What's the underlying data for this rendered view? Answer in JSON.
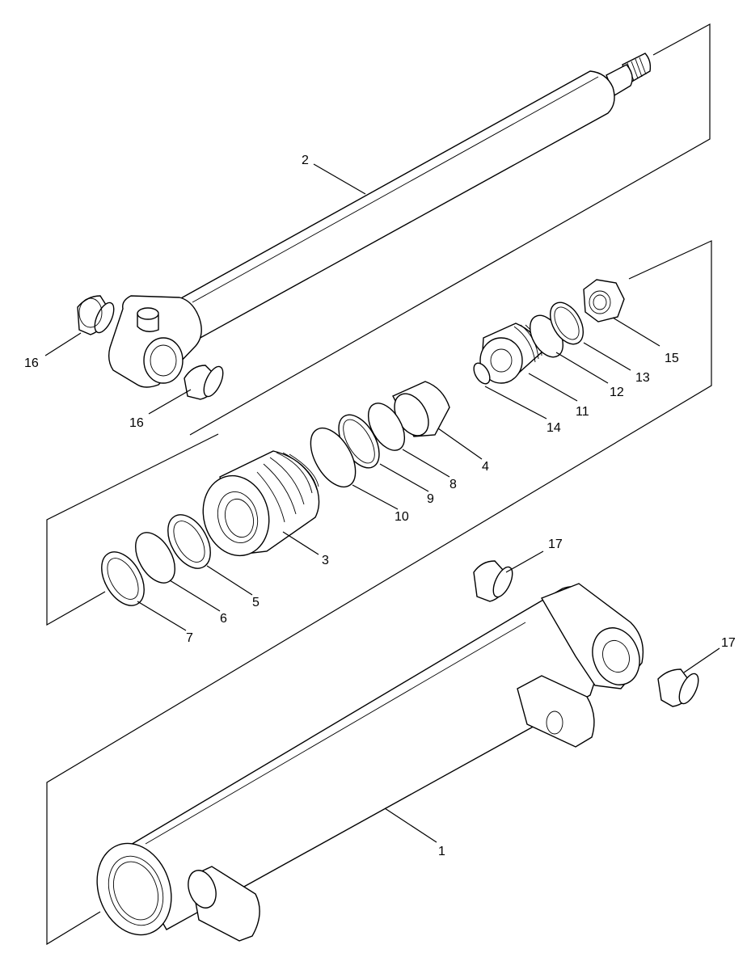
{
  "callouts": [
    {
      "id": "c1",
      "text": "1"
    },
    {
      "id": "c2",
      "text": "2"
    },
    {
      "id": "c3",
      "text": "3"
    },
    {
      "id": "c4",
      "text": "4"
    },
    {
      "id": "c5",
      "text": "5"
    },
    {
      "id": "c6",
      "text": "6"
    },
    {
      "id": "c7",
      "text": "7"
    },
    {
      "id": "c8",
      "text": "8"
    },
    {
      "id": "c9",
      "text": "9"
    },
    {
      "id": "c10",
      "text": "10"
    },
    {
      "id": "c11",
      "text": "11"
    },
    {
      "id": "c12",
      "text": "12"
    },
    {
      "id": "c13",
      "text": "13"
    },
    {
      "id": "c14",
      "text": "14"
    },
    {
      "id": "c15",
      "text": "15"
    },
    {
      "id": "c16a",
      "text": "16"
    },
    {
      "id": "c16b",
      "text": "16"
    },
    {
      "id": "c17a",
      "text": "17"
    },
    {
      "id": "c17b",
      "text": "17"
    }
  ]
}
